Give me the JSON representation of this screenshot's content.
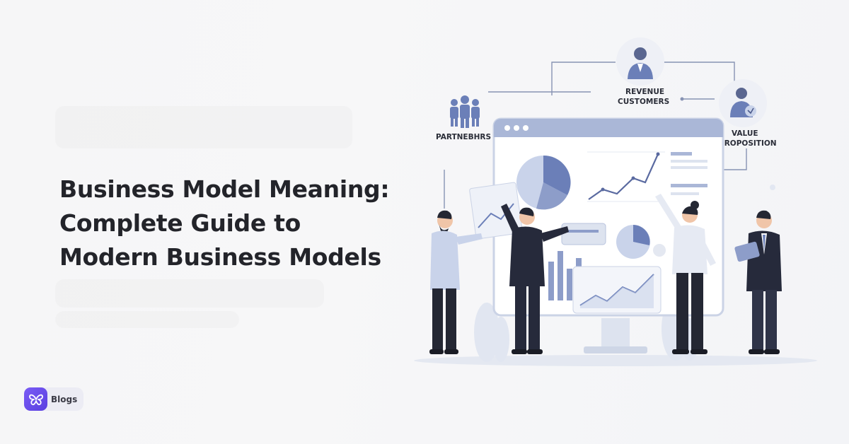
{
  "article": {
    "title_lines": [
      "Business Model Meaning:",
      "Complete Guide to",
      "Modern Business Models"
    ]
  },
  "brand": {
    "name": "Blogs",
    "logo_icon": "butterfly-icon",
    "accent": "#6a4cf0"
  },
  "illustration": {
    "labels": {
      "partners": "PARTNEBHRS",
      "revenue": "REVENUE",
      "customers": "CUSTOMERS",
      "value": "VALUE",
      "proposition": "PROPOSITION"
    },
    "colors": {
      "primary": "#6b7fb8",
      "light": "#c9d3ea",
      "dark_suit": "#262a3b"
    }
  }
}
